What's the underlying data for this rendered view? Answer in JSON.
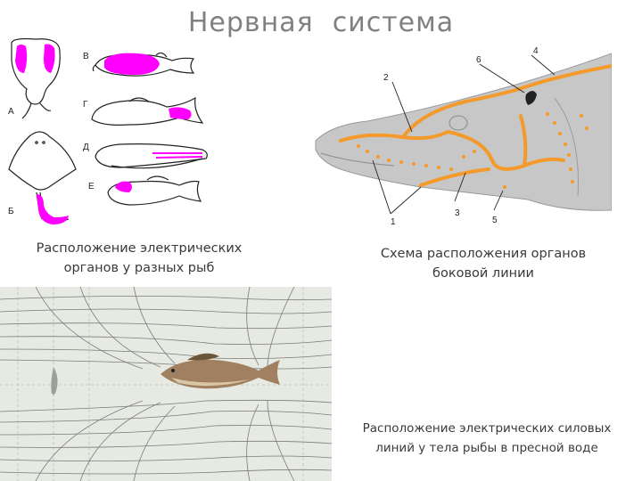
{
  "slide": {
    "title": "Нервная  система"
  },
  "electric_organs_panel": {
    "caption_line1": "Расположение электрических",
    "caption_line2": "органов у разных рыб",
    "letters": {
      "a": "А",
      "b": "Б",
      "v": "В",
      "g": "Г",
      "d": "Д",
      "e": "Е"
    }
  },
  "lateral_line_panel": {
    "caption_line1": "Схема расположения органов",
    "caption_line2": "боковой линии",
    "numbers": {
      "n1": "1",
      "n2": "2",
      "n3": "3",
      "n4": "4",
      "n5": "5",
      "n6": "6"
    }
  },
  "field_lines_panel": {
    "caption_line1": "Расположение электрических силовых",
    "caption_line2": "линий у тела рыбы в пресной воде"
  },
  "colors": {
    "electric_organ": "#ff00ff",
    "lateral_line": "#f39a2b",
    "head_fill": "#c7c7c7",
    "water": "#e6eae2"
  }
}
